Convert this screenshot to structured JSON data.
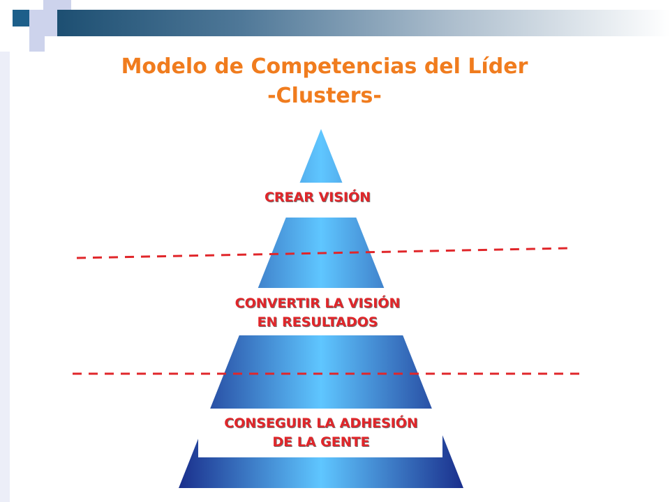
{
  "title_line1": "Modelo de Competencias del Líder",
  "title_line2": "-Clusters-",
  "levels": [
    {
      "label_line1": "CREAR VISIÓN"
    },
    {
      "label_line1": "CONVERTIR LA VISIÓN",
      "label_line2": "EN RESULTADOS"
    },
    {
      "label_line1": "CONSEGUIR LA ADHESIÓN",
      "label_line2": "DE LA GENTE"
    }
  ],
  "colors": {
    "title": "#f07c1e",
    "labels": "#e0262a",
    "divider_lines": "#e0262a",
    "pyramid_dark": "#1a2f8c",
    "pyramid_light": "#5fc6ff"
  }
}
